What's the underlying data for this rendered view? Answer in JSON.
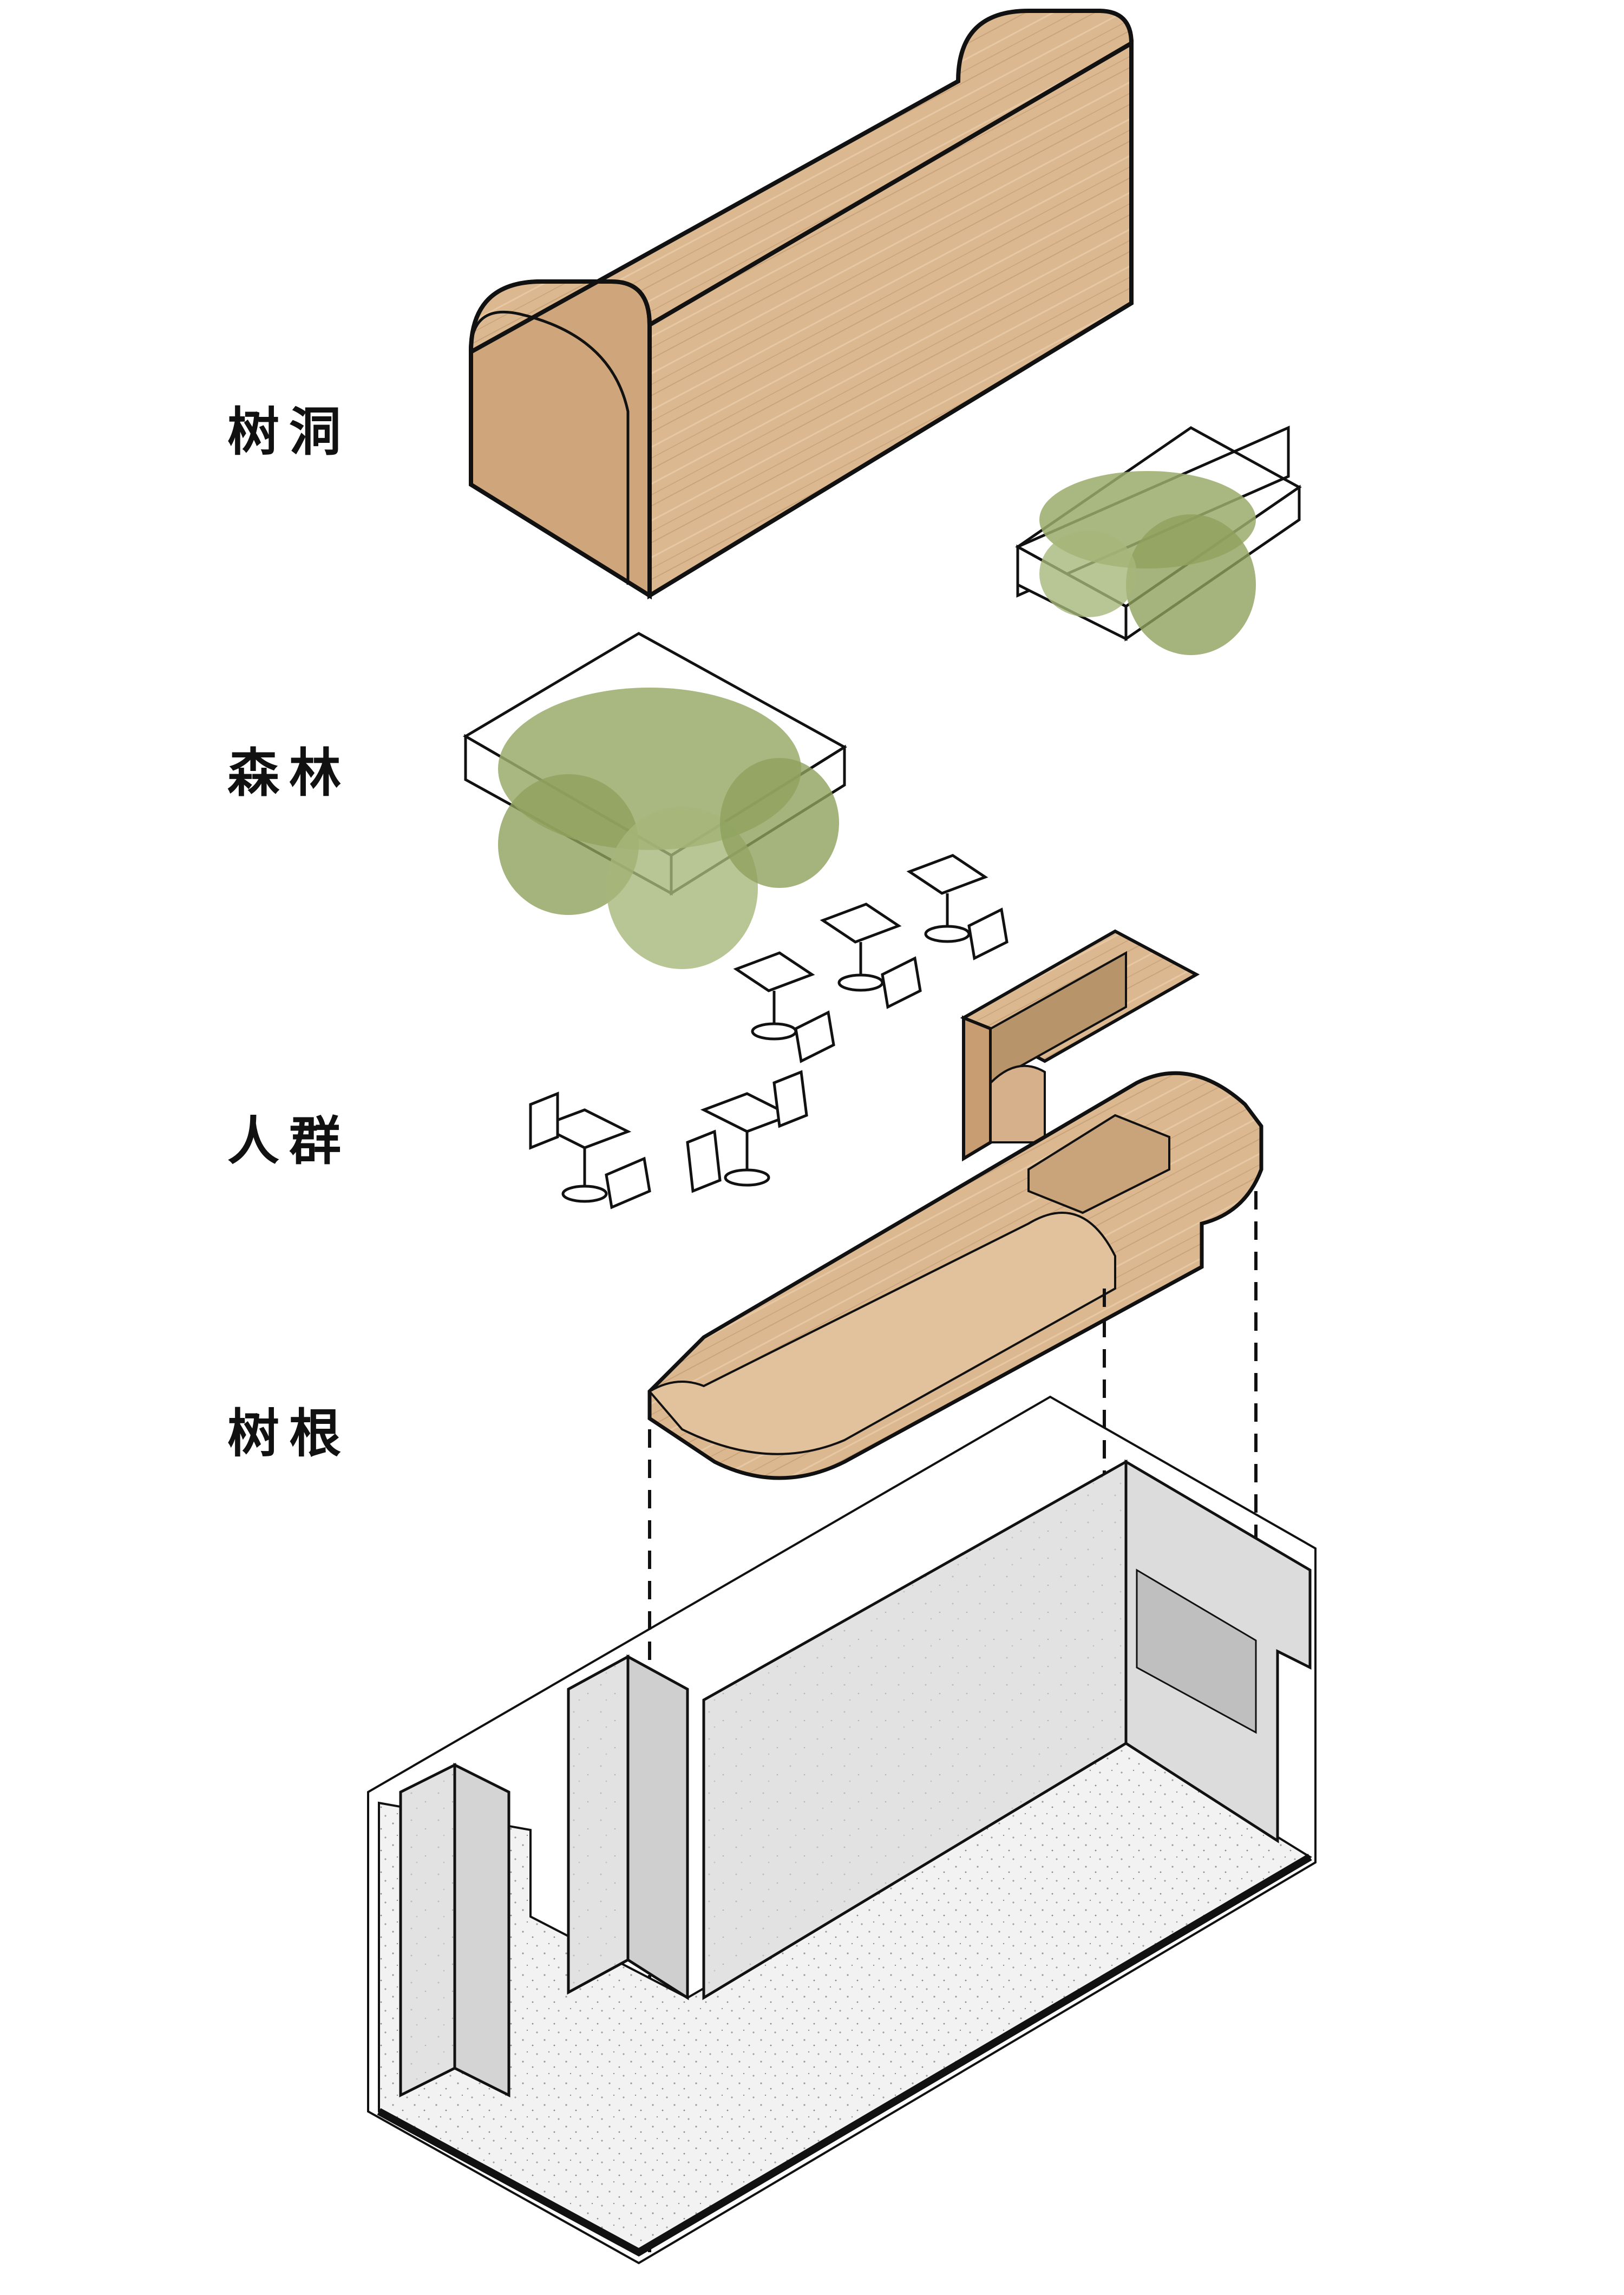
{
  "labels": {
    "canopy": "树洞",
    "forest": "森林",
    "crowd": "人群",
    "roots": "树根"
  },
  "colors": {
    "wood": "#d9b48c",
    "wood_dark": "#b8946b",
    "wood_light": "#e8cba6",
    "concrete": "#e3e3e3",
    "concrete_dark": "#c9c9c9",
    "plant": "#9aab6a",
    "plant_dark": "#6f8446",
    "line": "#111111"
  }
}
